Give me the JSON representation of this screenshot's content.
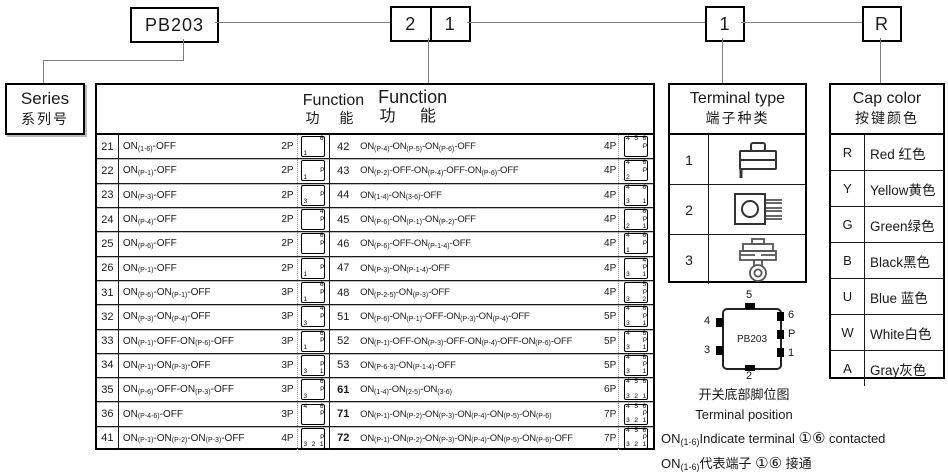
{
  "top_code": {
    "model": "PB203",
    "function_digits": [
      "2",
      "1"
    ],
    "terminal_digit": "1",
    "cap_letter": "R"
  },
  "series_panel": {
    "en": "Series",
    "zh": "系列号"
  },
  "function_panel": {
    "header": {
      "col1_en": "Function",
      "col1_zh": "功 能",
      "col2_en": "Function",
      "col2_zh": "功 能"
    },
    "left_rows": [
      {
        "num": "21",
        "label": "ON(1-6)-OFF",
        "poles": "2P",
        "pins": {
          "t": "6",
          "r": "",
          "b": "1"
        }
      },
      {
        "num": "22",
        "label": "ON(P-1)-OFF",
        "poles": "2P",
        "pins": {
          "t": "",
          "r": "P",
          "b": "1"
        }
      },
      {
        "num": "23",
        "label": "ON(P-3)-OFF",
        "poles": "2P",
        "pins": {
          "t": "",
          "r": "P",
          "b": "3"
        }
      },
      {
        "num": "24",
        "label": "ON(P-4)-OFF",
        "poles": "2P",
        "pins": {
          "t": "4",
          "r": "P",
          "b": ""
        }
      },
      {
        "num": "25",
        "label": "ON(P-6)-OFF",
        "poles": "2P",
        "pins": {
          "t": "6",
          "r": "P",
          "b": ""
        }
      },
      {
        "num": "26",
        "label": "ON(P-1)-OFF",
        "poles": "2P",
        "pins": {
          "t": "",
          "r": "P",
          "b": "1"
        }
      },
      {
        "num": "31",
        "label": "ON(P-6)-ON(P-1)-OFF",
        "poles": "3P",
        "pins": {
          "t": "6",
          "r": "P",
          "b": "1"
        }
      },
      {
        "num": "32",
        "label": "ON(P-3)-ON(P-4)-OFF",
        "poles": "3P",
        "pins": {
          "t": "4",
          "r": "P",
          "b": "3"
        }
      },
      {
        "num": "33",
        "label": "ON(P-1)-OFF-ON(P-6)-OFF",
        "poles": "3P",
        "pins": {
          "t": "6",
          "r": "P",
          "b": "1"
        }
      },
      {
        "num": "34",
        "label": "ON(P-1)-ON(P-3)-OFF",
        "poles": "3P",
        "pins": {
          "t": "",
          "r": "P",
          "b": "3 1"
        }
      },
      {
        "num": "35",
        "label": "ON(P-6)-OFF-ON(P-3)-OFF",
        "poles": "3P",
        "pins": {
          "t": "6",
          "r": "P",
          "b": "3"
        }
      },
      {
        "num": "36",
        "label": "ON(P-4-6)-OFF",
        "poles": "3P",
        "pins": {
          "t": "4 6",
          "r": "P",
          "b": ""
        }
      },
      {
        "num": "41",
        "label": "ON(P-1)-ON(P-2)-ON(P-3)-OFF",
        "poles": "4P",
        "pins": {
          "t": "",
          "r": "P",
          "b": "3 2 1"
        }
      }
    ],
    "right_rows": [
      {
        "num": "42",
        "label": "ON(P-4)-ON(P-5)-ON(P-6)-OFF",
        "poles": "4P",
        "pins": {
          "t": "4 5 6",
          "r": "P",
          "b": ""
        }
      },
      {
        "num": "43",
        "label": "ON(P-2)-OFF-ON(P-4)-OFF-ON(P-6)-OFF",
        "poles": "4P",
        "pins": {
          "t": "4 6",
          "r": "P",
          "b": "2"
        }
      },
      {
        "num": "44",
        "label": "ON(1-4)-ON(3-6)-OFF",
        "poles": "4P",
        "pins": {
          "t": "4 6",
          "r": "",
          "b": "3 1"
        }
      },
      {
        "num": "45",
        "label": "ON(P-6)-ON(P-1)-ON(P-2)-OFF",
        "poles": "4P",
        "pins": {
          "t": "6",
          "r": "P",
          "b": "2 1"
        }
      },
      {
        "num": "46",
        "label": "ON(P-6)-OFF-ON(P-1-4)-OFF",
        "poles": "4P",
        "pins": {
          "t": "4 6",
          "r": "P",
          "b": "1"
        }
      },
      {
        "num": "47",
        "label": "ON(P-3)-ON(P-1-4)-OFF",
        "poles": "4P",
        "pins": {
          "t": "4",
          "r": "P",
          "b": "3 1"
        }
      },
      {
        "num": "48",
        "label": "ON(P-2-5)-ON(P-3)-OFF",
        "poles": "4P",
        "pins": {
          "t": "5",
          "r": "P",
          "b": "3 2"
        }
      },
      {
        "num": "51",
        "label": "ON(P-6)-ON(P-1)-OFF-ON(P-3)-ON(P-4)-OFF",
        "poles": "5P",
        "pins": {
          "t": "4 6",
          "r": "P",
          "b": "3 1"
        }
      },
      {
        "num": "52",
        "label": "ON(P-1)-OFF-ON(P-3)-OFF-ON(P-4)-OFF-ON(P-6)-OFF",
        "poles": "5P",
        "pins": {
          "t": "4 6",
          "r": "P",
          "b": "3 1"
        }
      },
      {
        "num": "53",
        "label": "ON(P-6-3)-ON(P-1-4)-OFF",
        "poles": "5P",
        "pins": {
          "t": "4 6",
          "r": "P",
          "b": "3 1"
        }
      },
      {
        "num": "61",
        "label": "ON(1-4)-ON(2-5)-ON(3-6)",
        "poles": "6P",
        "bold": true,
        "pins": {
          "t": "4 5 6",
          "r": "",
          "b": "3 2 1"
        }
      },
      {
        "num": "71",
        "label": "ON(P-1)-ON(P-2)-ON(P-3)-ON(P-4)-ON(P-5)-ON(P-6)",
        "poles": "7P",
        "bold": true,
        "pins": {
          "t": "4 5 6",
          "r": "P",
          "b": "3 2 1"
        }
      },
      {
        "num": "72",
        "label": "ON(P-1)-ON(P-2)-ON(P-3)-ON(P-4)-ON(P-5)-ON(P-6)-OFF",
        "poles": "7P",
        "bold": true,
        "pins": {
          "t": "4 5 6",
          "r": "P",
          "b": "3 2 1"
        }
      }
    ]
  },
  "terminal_panel": {
    "title_en": "Terminal type",
    "title_zh": "端子种类",
    "rows": [
      {
        "num": "1",
        "icon": "pcb-terminal-side-icon"
      },
      {
        "num": "2",
        "icon": "pcb-terminal-front-icon"
      },
      {
        "num": "3",
        "icon": "solder-lug-terminal-icon"
      }
    ]
  },
  "cap_panel": {
    "title_en": "Cap color",
    "title_zh": "按键颜色",
    "rows": [
      {
        "code": "R",
        "label": "Red 红色"
      },
      {
        "code": "Y",
        "label": "Yellow黄色"
      },
      {
        "code": "G",
        "label": "Green绿色"
      },
      {
        "code": "B",
        "label": "Black黑色"
      },
      {
        "code": "U",
        "label": "Blue 蓝色"
      },
      {
        "code": "W",
        "label": "White白色"
      },
      {
        "code": "A",
        "label": "Gray灰色"
      }
    ]
  },
  "pin_diagram": {
    "chip_label": "PB203",
    "pin_top": "5",
    "pin_bottom": "2",
    "pins_left": [
      "4",
      "3"
    ],
    "pins_right": [
      "6",
      "P",
      "1"
    ],
    "caption_zh": "开关底部脚位图",
    "caption_en": "Terminal position",
    "note_en": "ON(1-6)Indicate terminal ①⑥  contacted",
    "note_zh": "ON(1-6)代表端子  ①⑥  接通"
  }
}
